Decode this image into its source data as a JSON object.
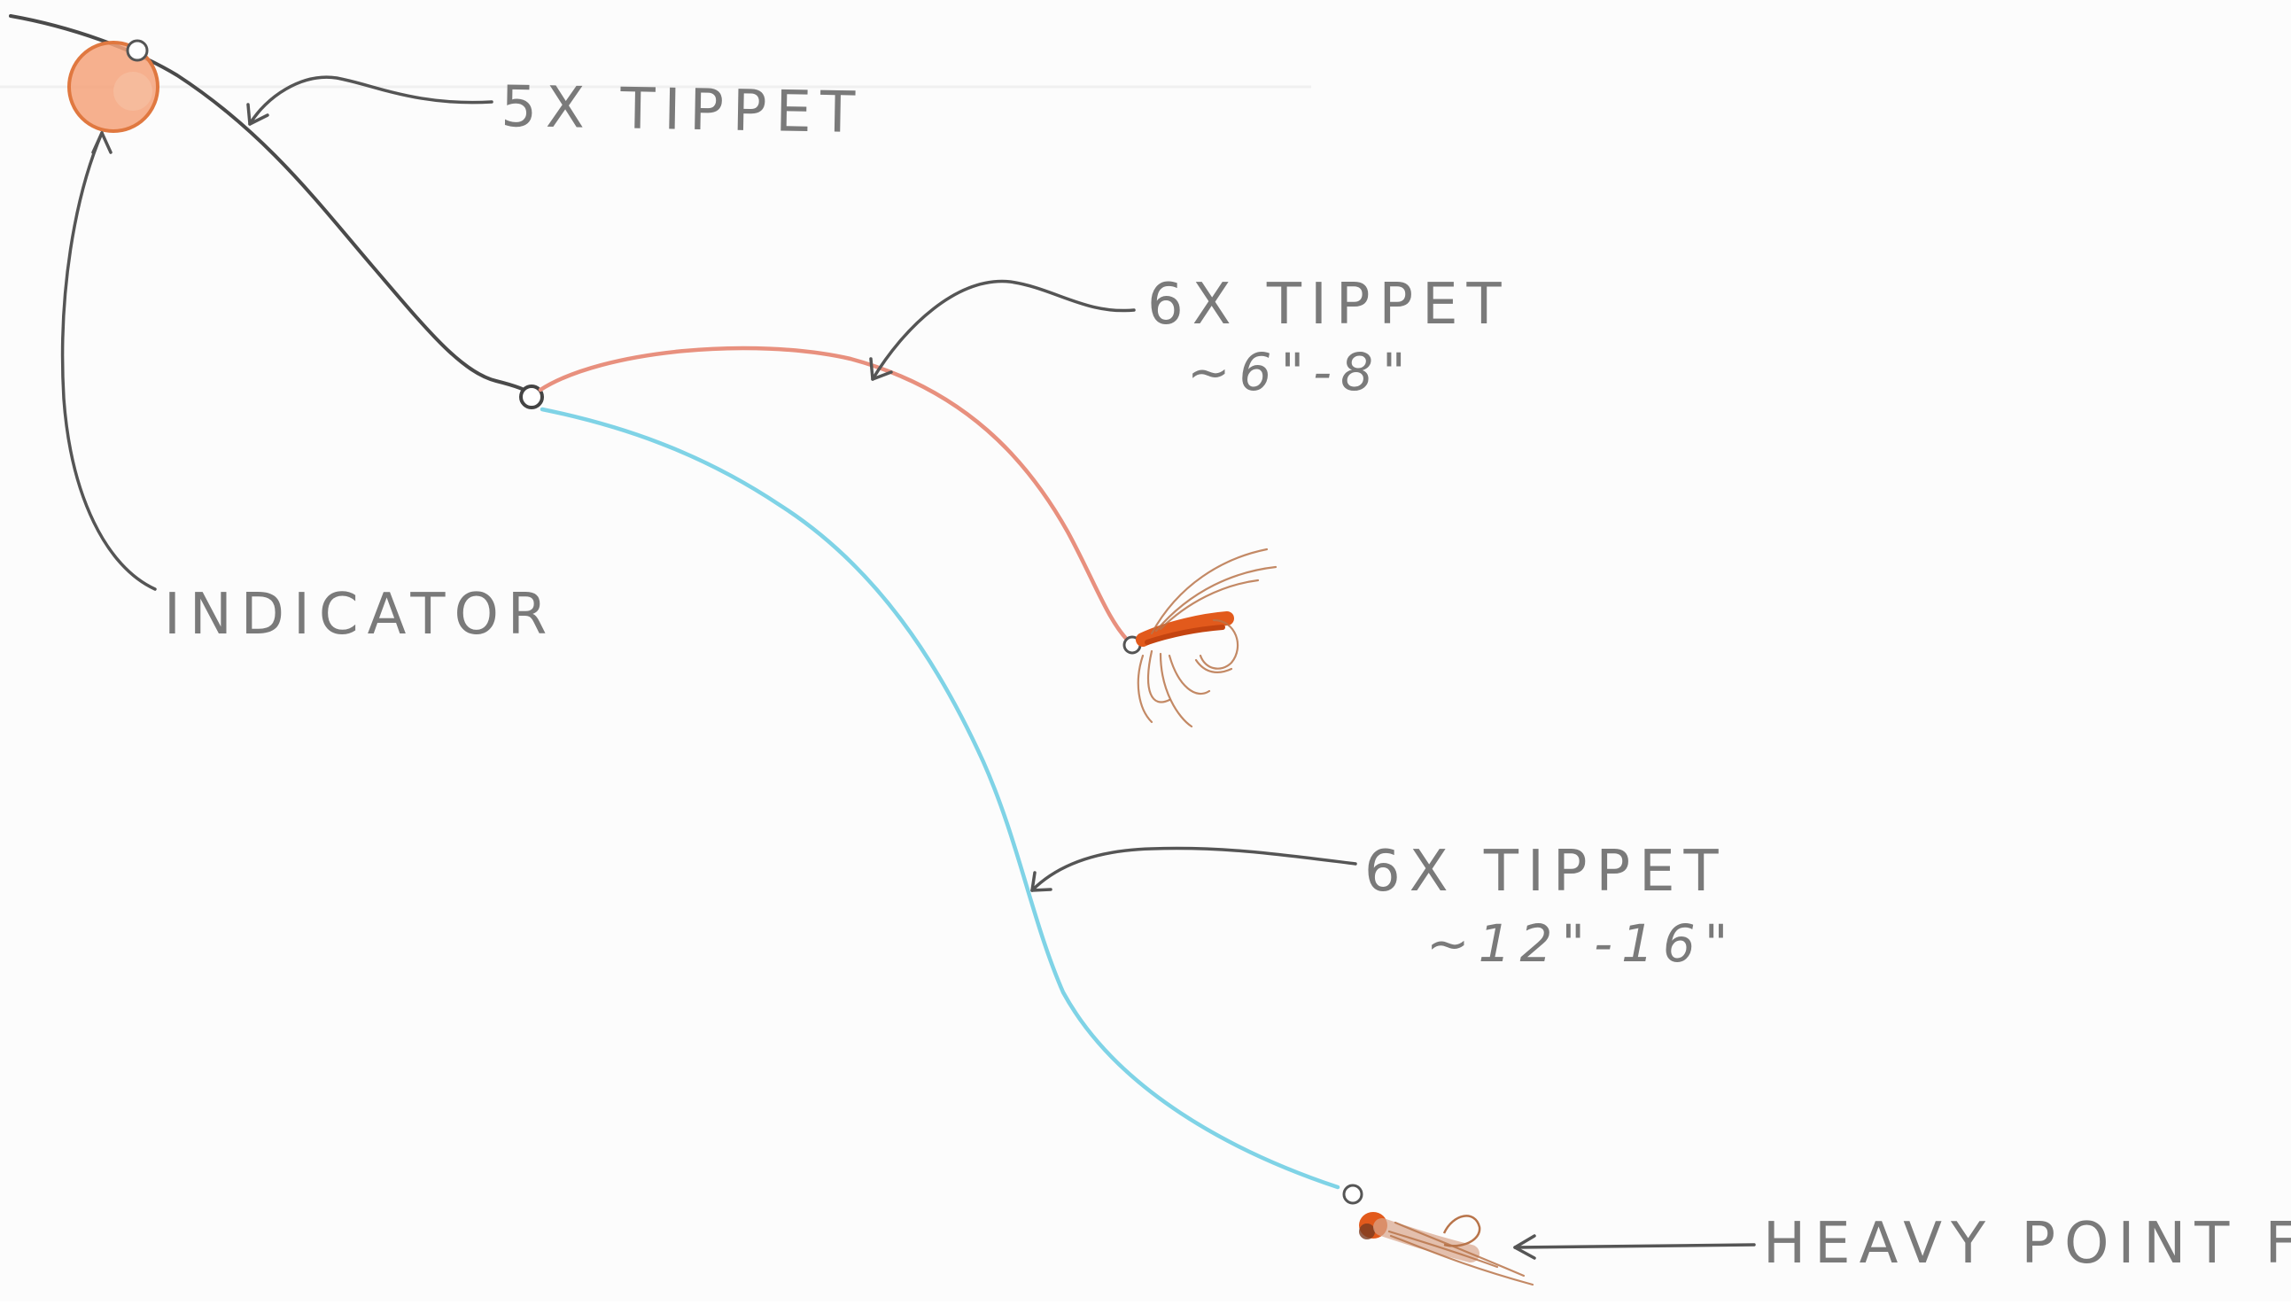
{
  "labels": {
    "tippet_5x": "5X TIPPET",
    "tippet_6x_dropper": "6X TIPPET",
    "tippet_6x_dropper_length": "~6\"-8\"",
    "tippet_6x_point": "6X TIPPET",
    "tippet_6x_point_length": "~12\"-16\"",
    "indicator": "INDICATOR",
    "heavy_point_fly": "HEAVY POINT FLY"
  },
  "colors": {
    "paper": "#fcfcfc",
    "pencil_graphite": "#4a4a4a",
    "dropper_tippet": "#e8907e",
    "point_tippet": "#7fd3e6",
    "indicator_orange": "#f0915a",
    "fly_orange": "#e25a1c",
    "hackle_brown": "#b8744a",
    "label_gray": "#7a7a7a"
  }
}
